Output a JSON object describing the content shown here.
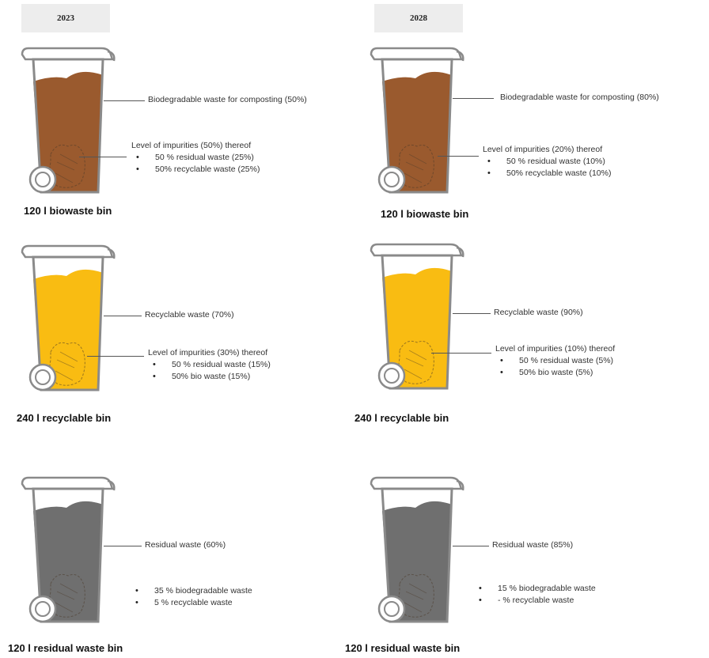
{
  "years": [
    "2023",
    "2028"
  ],
  "bins": {
    "bio_2023": {
      "fill_color": "#9a5a2e",
      "main_label": "Biodegradable waste for composting (50%)",
      "impurities_title": "Level of impurities (50%) thereof",
      "items": [
        "50 % residual waste (25%)",
        "50% recyclable waste (25%)"
      ],
      "caption": "120 l biowaste bin"
    },
    "bio_2028": {
      "fill_color": "#9a5a2e",
      "main_label": "Biodegradable waste for composting (80%)",
      "impurities_title": "Level of impurities (20%) thereof",
      "items": [
        "50 % residual waste (10%)",
        "50% recyclable waste (10%)"
      ],
      "caption": "120 l biowaste bin"
    },
    "rec_2023": {
      "fill_color": "#f9bc12",
      "main_label": "Recyclable waste (70%)",
      "impurities_title": "Level of impurities (30%) thereof",
      "items": [
        "50 % residual waste (15%)",
        "50% bio waste (15%)"
      ],
      "caption": "240 l recyclable bin"
    },
    "rec_2028": {
      "fill_color": "#f9bc12",
      "main_label": "Recyclable waste (90%)",
      "impurities_title": "Level of impurities (10%) thereof",
      "items": [
        "50 % residual waste (5%)",
        "50% bio waste (5%)"
      ],
      "caption": "240 l recyclable bin"
    },
    "res_2023": {
      "fill_color": "#6f6f6f",
      "main_label": "Residual waste (60%)",
      "items": [
        "35 % biodegradable waste",
        "5 % recyclable waste"
      ],
      "caption": "120 l residual waste  bin"
    },
    "res_2028": {
      "fill_color": "#6f6f6f",
      "main_label": "Residual waste (85%)",
      "items": [
        "15 % biodegradable waste",
        "- % recyclable waste"
      ],
      "caption": "120 l residual waste  bin"
    }
  }
}
